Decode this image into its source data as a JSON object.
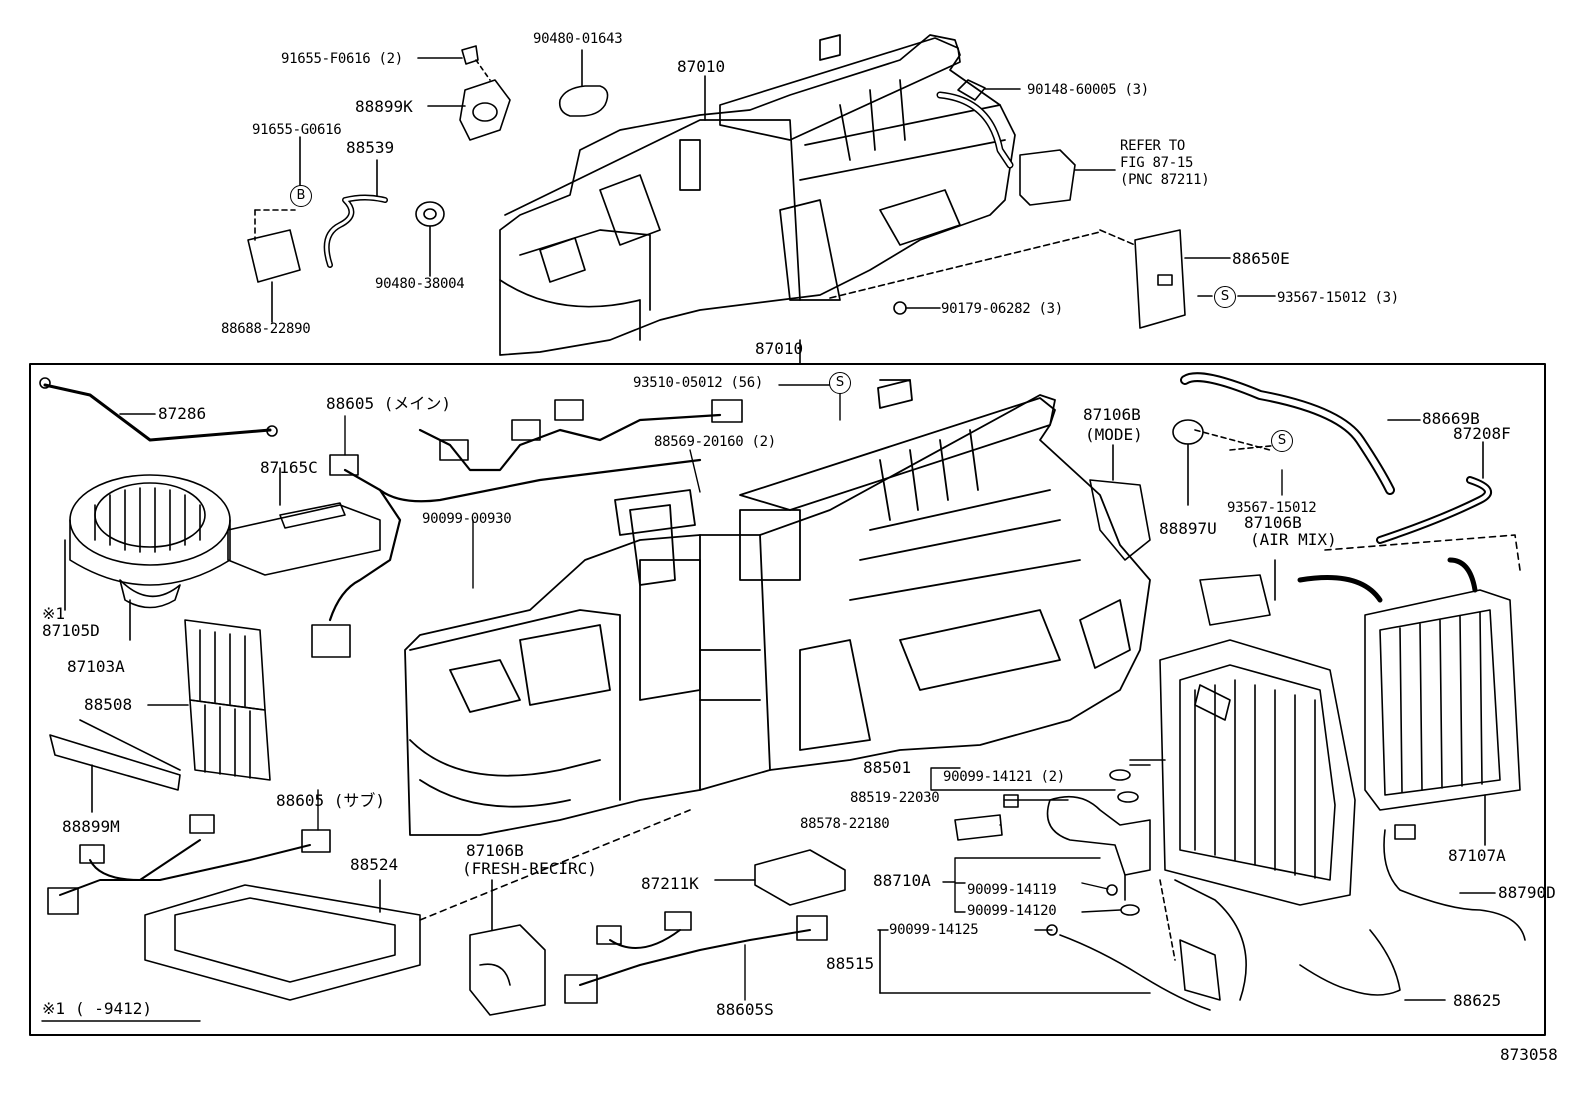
{
  "diagram_number": "873058",
  "footnote": {
    "marker": "※1",
    "range": "(      -9412)"
  },
  "callout_symbols": {
    "bolt": "B",
    "screw": "S"
  },
  "refer_note": {
    "line1": "REFER TO",
    "line2": "FIG 87-15",
    "line3": "(PNC 87211)"
  },
  "top_labels": {
    "p91655_F0616": "91655-F0616 (2)",
    "p90480_01643": "90480-01643",
    "p87010_top": "87010",
    "p90148_60005": "90148-60005 (3)",
    "p88899K": "88899K",
    "p91655_G0616": "91655-G0616",
    "p88539": "88539",
    "p90480_38004": "90480-38004",
    "p88688_22890": "88688-22890",
    "p88650E": "88650E",
    "p93567_15012_3": "93567-15012 (3)",
    "p90179_06282": "90179-06282 (3)"
  },
  "main_labels": {
    "p87010_main": "87010",
    "p87286": "87286",
    "p88605_main": "88605 (メイン)",
    "p93510_05012": "93510-05012 (56)",
    "p87106B_mode": "87106B",
    "mode": "(MODE)",
    "p88669B": "88669B",
    "p87208F": "87208F",
    "p88569_20160": "88569-20160 (2)",
    "p87165C": "87165C",
    "p88897U": "88897U",
    "p93567_15012": "93567-15012",
    "p87106B_airmix": "87106B",
    "air_mix": "(AIR MIX)",
    "p90099_00930": "90099-00930",
    "p87105D": "87105D",
    "p87103A": "87103A",
    "p88508": "88508",
    "p88501": "88501",
    "p90099_14121": "90099-14121 (2)",
    "p88519_22030": "88519-22030",
    "p88605_sub": "88605 (サブ)",
    "p88899M": "88899M",
    "p88578_22180": "88578-22180",
    "p87106B_fresh": "87106B",
    "fresh_recirc": "(FRESH-RECIRC)",
    "p88524": "88524",
    "p87211K": "87211K",
    "p88710A": "88710A",
    "p90099_14119": "90099-14119",
    "p90099_14120": "90099-14120",
    "p87107A": "87107A",
    "p88790D": "88790D",
    "p90099_14125": "90099-14125",
    "p88515": "88515",
    "p88605S": "88605S",
    "p88625": "88625"
  }
}
